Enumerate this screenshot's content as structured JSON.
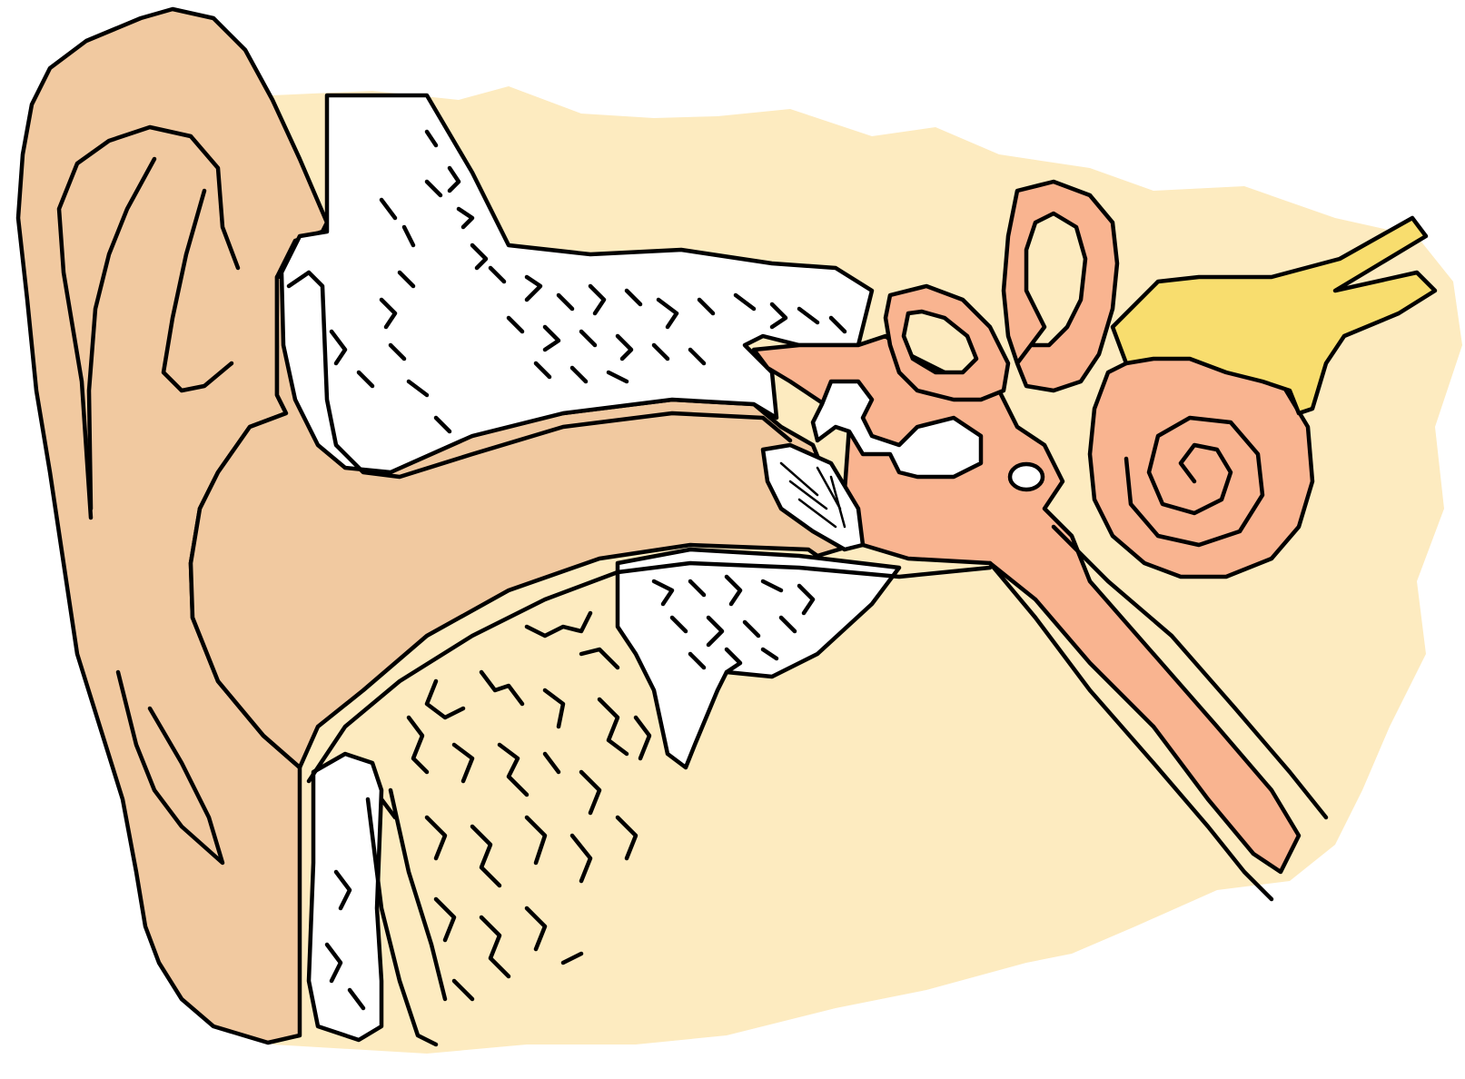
{
  "figure": {
    "subject": "ear-anatomy-cross-section",
    "labels": []
  },
  "colors": {
    "background": "#ffffff",
    "tissue": "#fdebc0",
    "outer_ear": "#f1c9a0",
    "bone": "#ffffff",
    "inner_ear": "#f9b490",
    "nerve": "#f8dd6e",
    "outline": "#000000"
  },
  "regions": [
    {
      "key": "outer-ear",
      "color": "outer_ear"
    },
    {
      "key": "ear-canal",
      "color": "outer_ear"
    },
    {
      "key": "temporal-bone",
      "color": "bone"
    },
    {
      "key": "middle-ear",
      "color": "inner_ear"
    },
    {
      "key": "cochlea",
      "color": "inner_ear"
    },
    {
      "key": "semicircular-canals",
      "color": "inner_ear"
    },
    {
      "key": "eustachian-tube",
      "color": "inner_ear"
    },
    {
      "key": "auditory-nerve",
      "color": "nerve"
    }
  ]
}
